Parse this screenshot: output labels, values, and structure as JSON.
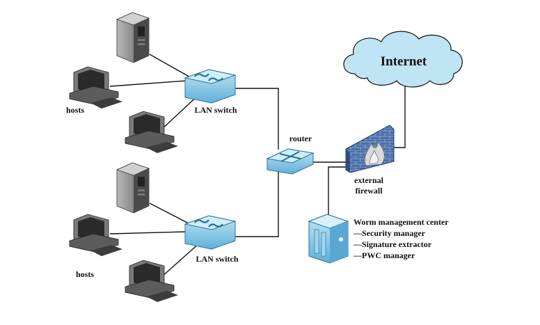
{
  "labels": {
    "internet": "Internet",
    "router": "router",
    "firewall_line1": "external",
    "firewall_line2": "firewall",
    "switch_top": "LAN switch",
    "switch_bottom": "LAN switch",
    "hosts_top": "hosts",
    "hosts_bottom": "hosts",
    "wmc_title": "Worm management center",
    "wmc_items": [
      "—Security manager",
      "—Signature extractor",
      "—PWC manager"
    ]
  },
  "colors": {
    "cloud": "#bfe4f4",
    "device_blue": "#7cc6e6",
    "firewall": "#4a6fa8",
    "server_gray": "#8a8a8a",
    "line": "#111111"
  }
}
